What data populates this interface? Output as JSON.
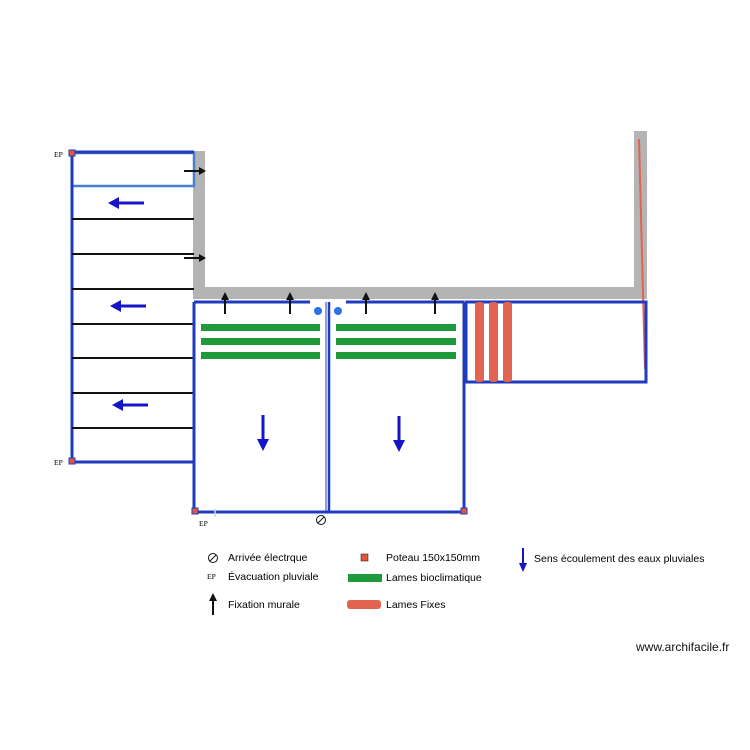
{
  "plan": {
    "rain_outlet_marker": "EP",
    "colors": {
      "structure": "#1f3bbf",
      "wall": "#b4b4b4",
      "bioclimatic_slats": "#1f9a3a",
      "fixed_slats": "#e2634f",
      "flow_arrow": "#1414c8",
      "post": "#e2553a",
      "fixing_arrow": "#111111",
      "electric_dot": "#2a72e6"
    }
  },
  "legend": {
    "electric_label": "Arrivée électrque",
    "drain_marker": "EP",
    "drain_label": "Évacuation pluviale",
    "fixing_label": "Fixation murale",
    "post_label": "Poteau 150x150mm",
    "bioclimatic_label": "Lames bioclimatique",
    "fixed_label": "Lames Fixes",
    "flow_label": "Sens écoulement des eaux pluviales"
  },
  "footer": {
    "credit": "www.archifacile.fr"
  }
}
